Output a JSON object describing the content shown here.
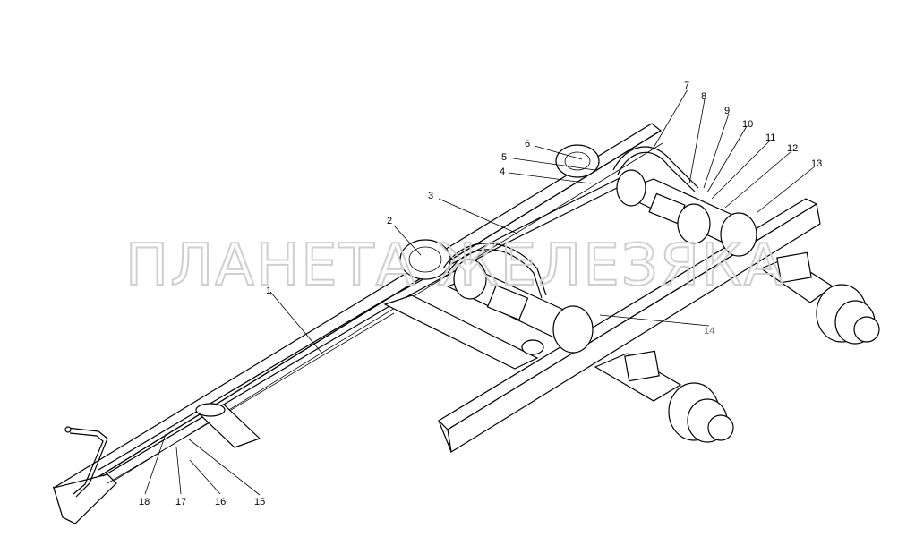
{
  "watermark": "ПЛАНЕТА ЖЕЛЕЗЯКА",
  "callouts": [
    {
      "id": "1",
      "label": "1"
    },
    {
      "id": "2",
      "label": "2"
    },
    {
      "id": "3",
      "label": "3"
    },
    {
      "id": "4",
      "label": "4"
    },
    {
      "id": "5",
      "label": "5"
    },
    {
      "id": "6",
      "label": "6"
    },
    {
      "id": "7",
      "label": "7"
    },
    {
      "id": "8",
      "label": "8"
    },
    {
      "id": "9",
      "label": "9"
    },
    {
      "id": "10",
      "label": "10"
    },
    {
      "id": "11",
      "label": "11"
    },
    {
      "id": "12",
      "label": "12"
    },
    {
      "id": "13",
      "label": "13"
    },
    {
      "id": "14",
      "label": "14"
    },
    {
      "id": "15",
      "label": "15"
    },
    {
      "id": "16",
      "label": "16"
    },
    {
      "id": "17",
      "label": "17"
    },
    {
      "id": "18",
      "label": "18"
    }
  ]
}
